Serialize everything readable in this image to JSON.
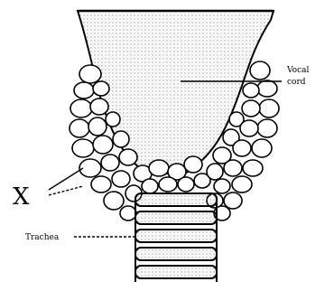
{
  "diagram": {
    "labels": {
      "vocal_cord_line1": "Vocal",
      "vocal_cord_line2": "cord",
      "x_marker": "X",
      "trachea": "Trachea"
    },
    "colors": {
      "ink": "#000000",
      "background": "#ffffff",
      "stipple": "#5a5a5a"
    }
  }
}
